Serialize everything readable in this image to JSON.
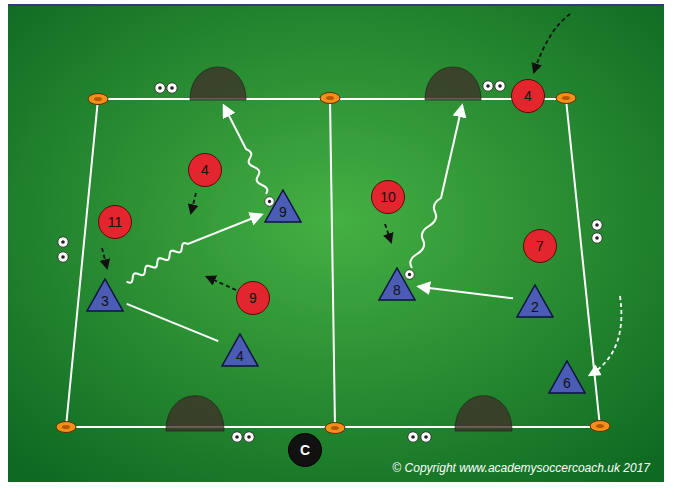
{
  "diagram": {
    "nodes": [
      {
        "text": [
          "4"
        ]
      },
      {
        "text": [
          "4"
        ]
      },
      {
        "text": [
          "10"
        ]
      },
      {
        "text": [
          "9"
        ]
      },
      {
        "text": [
          "11"
        ]
      },
      {
        "text": [
          "7"
        ]
      },
      {
        "text": [
          "8"
        ]
      },
      {
        "text": [
          "3"
        ]
      },
      {
        "text": [
          "9"
        ]
      },
      {
        "text": [
          "2"
        ]
      },
      {
        "text": [
          "4"
        ]
      },
      {
        "text": [
          "6"
        ]
      },
      {
        "text": [
          "C"
        ]
      }
    ],
    "edges": [
      {
        "from": 10,
        "to": 7,
        "arrow": "none"
      },
      {
        "from": 7,
        "to": 3,
        "arrow": "to"
      },
      {
        "from": 9,
        "to": 6,
        "arrow": "to"
      }
    ],
    "labels": [
      "© Copyright www.academysoccercoach.uk 2017"
    ]
  }
}
